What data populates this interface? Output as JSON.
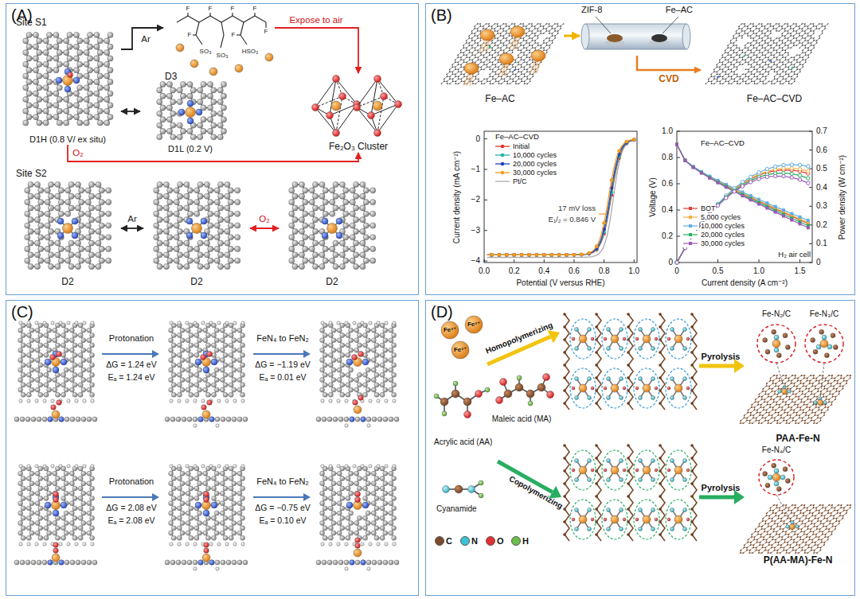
{
  "diagram": {
    "nodes": [
      {
        "text": [
          "(A)"
        ]
      },
      {
        "text": [
          "Site S1",
          "D1H (0.8 V/ ex situ)"
        ],
        "in": 0
      },
      {
        "text": [
          "D3"
        ],
        "in": 0
      },
      {
        "text": [
          "D1L (0.2 V)"
        ],
        "in": 0
      },
      {
        "text": [
          "Fe₂O₃ Cluster"
        ],
        "in": 0
      },
      {
        "text": [
          "Site S2",
          "D2"
        ],
        "in": 0
      },
      {
        "text": [
          "D2"
        ],
        "in": 0
      },
      {
        "text": [
          "D2"
        ],
        "in": 0
      },
      {
        "text": [
          "(B)"
        ]
      },
      {
        "text": [
          "Fe–AC"
        ],
        "in": 8
      },
      {
        "text": [
          "ZIF-8",
          "Fe–AC"
        ],
        "in": 8
      },
      {
        "text": [
          "Fe–AC–CVD"
        ],
        "in": 8
      },
      {
        "text": [
          "(C)"
        ]
      },
      {
        "text": [
          "(D)"
        ]
      }
    ],
    "edges": [
      {
        "from": 1,
        "to": 2,
        "arrow": "to",
        "label": "Ar"
      },
      {
        "from": 1,
        "to": 3,
        "arrow": "both"
      },
      {
        "from": 2,
        "to": 4,
        "arrow": "to",
        "label": "Expose to air"
      },
      {
        "from": 1,
        "to": 4,
        "arrow": "to",
        "label": "O₂"
      },
      {
        "from": 5,
        "to": 6,
        "arrow": "both",
        "label": "Ar"
      },
      {
        "from": 6,
        "to": 7,
        "arrow": "both",
        "label": "O₂"
      },
      {
        "from": 9,
        "to": 10,
        "arrow": "to"
      },
      {
        "from": 10,
        "to": 11,
        "arrow": "to",
        "label": "CVD"
      }
    ],
    "labels": [
      "F",
      "F",
      "F",
      "F",
      "F",
      "F",
      "F",
      "SO₃",
      "SO₃",
      "HSO₃",
      "Fe–AC–CVD",
      "0",
      "−1",
      "−2",
      "−3",
      "−4",
      "0.0",
      "0.2",
      "0.4",
      "0.6",
      "0.8",
      "1.0",
      "Current density (mA cm⁻²)",
      "Potential (V versus RHE)",
      "17 mV loss",
      "E₁/₂ = 0.846 V",
      "Fe–AC–CVD",
      "0",
      "0.2",
      "0.4",
      "0.6",
      "0.8",
      "1.0",
      "0",
      "0.1",
      "0.2",
      "0.3",
      "0.4",
      "0.5",
      "0.6",
      "0.7",
      "0",
      "0.5",
      "1.0",
      "1.5",
      "Voltage (V)",
      "Power density (W cm⁻²)",
      "Current density (A cm⁻²)",
      "H₂ air cell",
      "Protonation",
      "ΔG = 1.24 eV",
      "Eₐ = 1.24 eV",
      "FeN₄ to FeN₂",
      "ΔG = −1.19 eV",
      "Eₐ = 0.01 eV",
      "Protonation",
      "ΔG = 2.08 eV",
      "Eₐ = 2.08 eV",
      "FeN₄ to FeN₂",
      "ΔG = −0.75 eV",
      "Eₐ = 0.10 eV",
      "Fe³⁺",
      "Fe³⁺",
      "Fe³⁺",
      "Homopolymerizing",
      "Copolymerizing",
      "Acrylic acid (AA)",
      "Maleic acid (MA)",
      "Cyanamide",
      "Pyrolysis",
      "Pyrolysis",
      "Fe-N₂/C",
      "Fe-N₃/C",
      "PAA-Fe-N",
      "Fe-N₄/C",
      "P(AA-MA)-Fe-N"
    ],
    "legend": [
      {
        "text": "Initial"
      },
      {
        "text": "10,000 cycles"
      },
      {
        "text": "20,000 cycles"
      },
      {
        "text": "30,000 cycles"
      },
      {
        "text": "Pt/C"
      },
      {
        "text": "BOT"
      },
      {
        "text": "5,000 cycles"
      },
      {
        "text": "10,000 cycles"
      },
      {
        "text": "20,000 cycles"
      },
      {
        "text": "30,000 cycles"
      },
      {
        "text": "C",
        "color": "#7a4a2a"
      },
      {
        "text": "N",
        "color": "#3cc3d6"
      },
      {
        "text": "O",
        "color": "#e03030"
      },
      {
        "text": "H",
        "color": "#6cc04a"
      }
    ]
  }
}
